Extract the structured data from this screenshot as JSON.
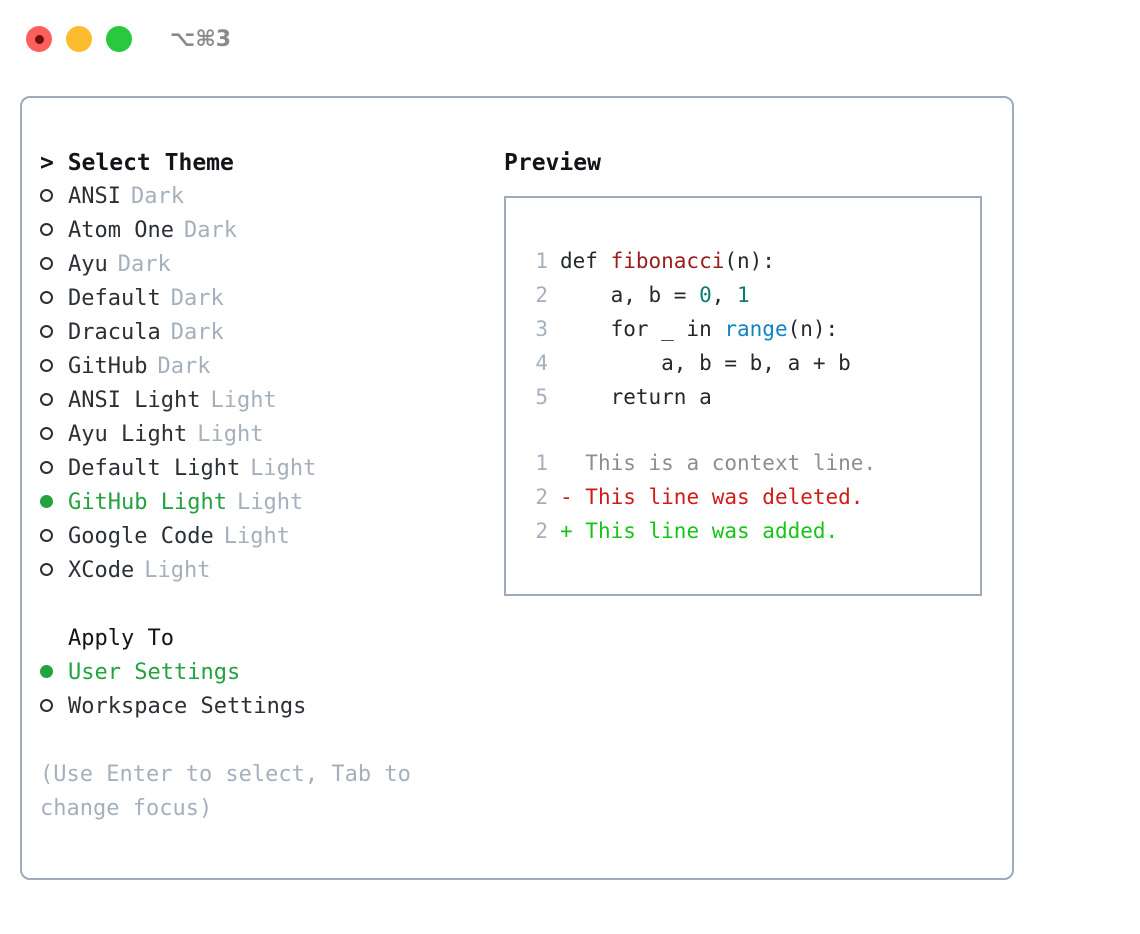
{
  "titlebar": {
    "shortcut": "⌥⌘3",
    "buttons": [
      "close",
      "minimize",
      "maximize"
    ]
  },
  "theme_panel": {
    "heading": "> Select Theme",
    "items": [
      {
        "name": "ANSI",
        "variant": "Dark",
        "selected": false
      },
      {
        "name": "Atom One",
        "variant": "Dark",
        "selected": false
      },
      {
        "name": "Ayu",
        "variant": "Dark",
        "selected": false
      },
      {
        "name": "Default",
        "variant": "Dark",
        "selected": false
      },
      {
        "name": "Dracula",
        "variant": "Dark",
        "selected": false
      },
      {
        "name": "GitHub",
        "variant": "Dark",
        "selected": false
      },
      {
        "name": "ANSI Light",
        "variant": "Light",
        "selected": false
      },
      {
        "name": "Ayu Light",
        "variant": "Light",
        "selected": false
      },
      {
        "name": "Default Light",
        "variant": "Light",
        "selected": false
      },
      {
        "name": "GitHub Light",
        "variant": "Light",
        "selected": true
      },
      {
        "name": "Google Code",
        "variant": "Light",
        "selected": false
      },
      {
        "name": "XCode",
        "variant": "Light",
        "selected": false
      }
    ]
  },
  "apply_to": {
    "heading": "Apply To",
    "options": [
      {
        "label": "User Settings",
        "selected": true
      },
      {
        "label": "Workspace Settings",
        "selected": false
      }
    ]
  },
  "hint": "(Use Enter to select, Tab to change focus)",
  "preview": {
    "heading": "Preview",
    "code": [
      {
        "num": "1",
        "segments": [
          {
            "text": "def ",
            "style": "plain"
          },
          {
            "text": "fibonacci",
            "style": "fn"
          },
          {
            "text": "(n):",
            "style": "plain"
          }
        ]
      },
      {
        "num": "2",
        "segments": [
          {
            "text": "    a, b = ",
            "style": "plain"
          },
          {
            "text": "0",
            "style": "num"
          },
          {
            "text": ", ",
            "style": "plain"
          },
          {
            "text": "1",
            "style": "num"
          }
        ]
      },
      {
        "num": "3",
        "segments": [
          {
            "text": "    for _ in ",
            "style": "plain"
          },
          {
            "text": "range",
            "style": "call"
          },
          {
            "text": "(n):",
            "style": "plain"
          }
        ]
      },
      {
        "num": "4",
        "segments": [
          {
            "text": "        a, b = b, a + b",
            "style": "plain"
          }
        ]
      },
      {
        "num": "5",
        "segments": [
          {
            "text": "    return a",
            "style": "plain"
          }
        ]
      }
    ],
    "diff": [
      {
        "num": "1",
        "marker": " ",
        "text": "This is a context line.",
        "kind": "ctx"
      },
      {
        "num": "2",
        "marker": "-",
        "text": "This line was deleted.",
        "kind": "del"
      },
      {
        "num": "2",
        "marker": "+",
        "text": "This line was added.",
        "kind": "add"
      }
    ]
  },
  "colors": {
    "selected_green": "#22a33f",
    "border": "#9fabbb",
    "muted": "#a6b0bd",
    "diff_delete": "#cf1c16",
    "diff_add": "#19c419",
    "syntax_function": "#9b1c1c",
    "syntax_number": "#0a7c72",
    "syntax_call": "#1182c4"
  }
}
